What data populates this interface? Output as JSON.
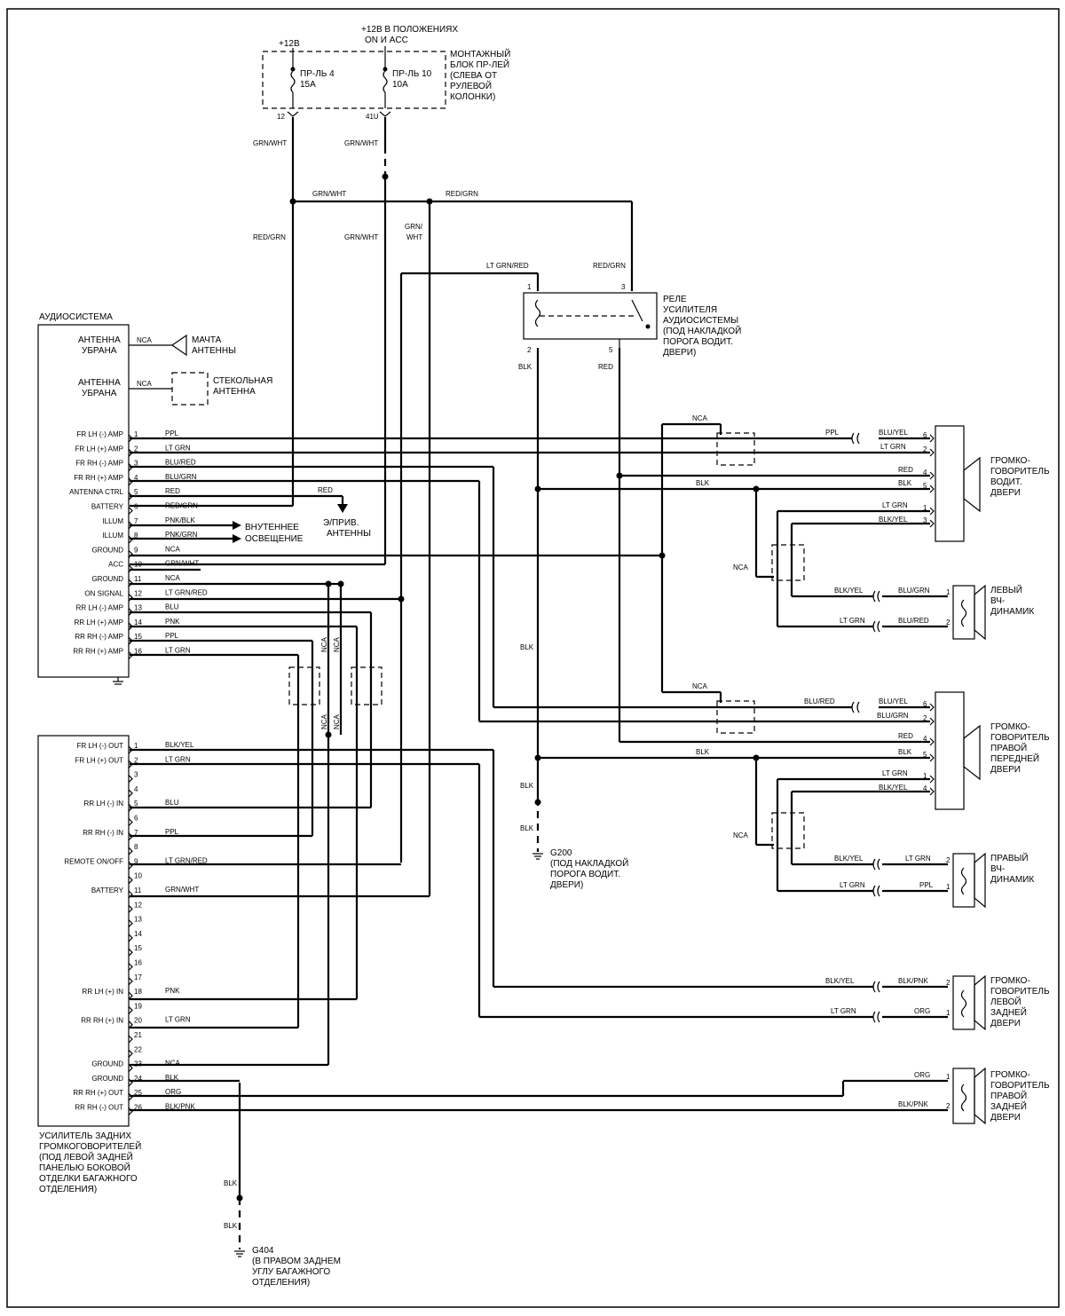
{
  "fuse_block": {
    "supply_12v": "+12В",
    "supply_on_acc_line1": "+12В В ПОЛОЖЕНИЯХ",
    "supply_on_acc_line2": "ON И ACC",
    "fuse4_name": "ПР-ЛЬ 4",
    "fuse4_rating": "15А",
    "fuse10_name": "ПР-ЛЬ 10",
    "fuse10_rating": "10А",
    "pin_12": "12",
    "pin_41u": "41U",
    "caption": [
      "МОНТАЖНЫЙ",
      "БЛОК ПР-ЛЕЙ",
      "(СЛЕВА ОТ",
      "РУЛЕВОЙ",
      "КОЛОНКИ)"
    ]
  },
  "relay": {
    "caption": [
      "РЕЛЕ",
      "УСИЛИТЕЛЯ",
      "АУДИОСИСТЕМЫ",
      "(ПОД НАКЛАДКОЙ",
      "ПОРОГА ВОДИТ.",
      "ДВЕРИ)"
    ],
    "pins": [
      "1",
      "3",
      "2",
      "5"
    ]
  },
  "audio_system": {
    "title": "АУДИОСИСТЕМА",
    "antenna_label_1": [
      "АНТЕННА",
      "УБРАНА"
    ],
    "antenna_label_2": [
      "АНТЕННА",
      "УБРАНА"
    ],
    "mast_antenna": [
      "МАЧТА",
      "АНТЕННЫ"
    ],
    "glass_antenna": [
      "СТЕКОЛЬНАЯ",
      "АНТЕННА"
    ],
    "nca": "NCA",
    "pins": [
      {
        "num": "1",
        "name": "FR LH (-) AMP",
        "wire": "PPL"
      },
      {
        "num": "2",
        "name": "FR LH (+) AMP",
        "wire": "LT GRN"
      },
      {
        "num": "3",
        "name": "FR RH (-) AMP",
        "wire": "BLU/RED"
      },
      {
        "num": "4",
        "name": "FR RH (+) AMP",
        "wire": "BLU/GRN"
      },
      {
        "num": "5",
        "name": "ANTENNA CTRL",
        "wire": "RED"
      },
      {
        "num": "6",
        "name": "BATTERY",
        "wire": "RED/GRN"
      },
      {
        "num": "7",
        "name": "ILLUM",
        "wire": "PNK/BLK"
      },
      {
        "num": "8",
        "name": "ILLUM",
        "wire": "PNK/GRN"
      },
      {
        "num": "9",
        "name": "GROUND",
        "wire": "NCA"
      },
      {
        "num": "10",
        "name": "ACC",
        "wire": "GRN/WHT"
      },
      {
        "num": "11",
        "name": "GROUND",
        "wire": "NCA"
      },
      {
        "num": "12",
        "name": "ON SIGNAL",
        "wire": "LT GRN/RED"
      },
      {
        "num": "13",
        "name": "RR LH (-) AMP",
        "wire": "BLU"
      },
      {
        "num": "14",
        "name": "RR LH (+) AMP",
        "wire": "PNK"
      },
      {
        "num": "15",
        "name": "RR RH (-) AMP",
        "wire": "PPL"
      },
      {
        "num": "16",
        "name": "RR RH (+) AMP",
        "wire": "LT GRN"
      }
    ],
    "illum_dest": [
      "ВНУТЕННЕЕ",
      "ОСВЕЩЕНИЕ"
    ],
    "antenna_dest": [
      "Э/ПРИВ.",
      "АНТЕННЫ"
    ],
    "red_label": "RED"
  },
  "rear_amp": {
    "caption": [
      "УСИЛИТЕЛЬ ЗАДНИХ",
      "ГРОМКОГОВОРИТЕЛЕЙ",
      "(ПОД ЛЕВОЙ ЗАДНЕЙ",
      "ПАНЕЛЬЮ БОКОВОЙ",
      "ОТДЕЛКИ БАГАЖНОГО",
      "ОТДЕЛЕНИЯ)"
    ],
    "pins": [
      {
        "num": "1",
        "name": "FR LH (-) OUT",
        "wire": "BLK/YEL"
      },
      {
        "num": "2",
        "name": "FR LH (+) OUT",
        "wire": "LT GRN"
      },
      {
        "num": "3",
        "name": "",
        "wire": ""
      },
      {
        "num": "4",
        "name": "",
        "wire": ""
      },
      {
        "num": "5",
        "name": "RR LH (-) IN",
        "wire": "BLU"
      },
      {
        "num": "6",
        "name": "",
        "wire": ""
      },
      {
        "num": "7",
        "name": "RR RH (-) IN",
        "wire": "PPL"
      },
      {
        "num": "8",
        "name": "",
        "wire": ""
      },
      {
        "num": "9",
        "name": "REMOTE ON/OFF",
        "wire": "LT GRN/RED"
      },
      {
        "num": "10",
        "name": "",
        "wire": ""
      },
      {
        "num": "11",
        "name": "BATTERY",
        "wire": "GRN/WHT"
      },
      {
        "num": "12",
        "name": "",
        "wire": ""
      },
      {
        "num": "13",
        "name": "",
        "wire": ""
      },
      {
        "num": "14",
        "name": "",
        "wire": ""
      },
      {
        "num": "15",
        "name": "",
        "wire": ""
      },
      {
        "num": "16",
        "name": "",
        "wire": ""
      },
      {
        "num": "17",
        "name": "",
        "wire": ""
      },
      {
        "num": "18",
        "name": "RR LH (+) IN",
        "wire": "PNK"
      },
      {
        "num": "19",
        "name": "",
        "wire": ""
      },
      {
        "num": "20",
        "name": "RR RH (+) IN",
        "wire": "LT GRN"
      },
      {
        "num": "21",
        "name": "",
        "wire": ""
      },
      {
        "num": "22",
        "name": "",
        "wire": ""
      },
      {
        "num": "23",
        "name": "GROUND",
        "wire": "NCA"
      },
      {
        "num": "24",
        "name": "GROUND",
        "wire": "BLK"
      },
      {
        "num": "25",
        "name": "RR RH (+) OUT",
        "wire": "ORG"
      },
      {
        "num": "26",
        "name": "RR RH (-) OUT",
        "wire": "BLK/PNK"
      }
    ]
  },
  "wire_labels": {
    "grn_wht": "GRN/WHT",
    "red_grn": "RED/GRN",
    "grn_wht_split1": "GRN/",
    "grn_wht_split2": "WHT",
    "lt_grn_red": "LT GRN/RED",
    "blk": "BLK",
    "red": "RED",
    "nca": "NCA",
    "ppl": "PPL",
    "lt_grn": "LT GRN",
    "blk_yel": "BLK/YEL",
    "blu_yel": "BLU/YEL",
    "blu_grn": "BLU/GRN",
    "blu_red": "BLU/RED",
    "blk_pnk": "BLK/PNK",
    "org": "ORG"
  },
  "grounds": {
    "g200_name": "G200",
    "g200_caption": [
      "(ПОД НАКЛАДКОЙ",
      "ПОРОГА ВОДИТ.",
      "ДВЕРИ)"
    ],
    "g404_name": "G404",
    "g404_caption": [
      "(В ПРАВОМ ЗАДНЕМ",
      "УГЛУ БАГАЖНОГО",
      "ОТДЕЛЕНИЯ)"
    ]
  },
  "speakers": {
    "driver_door": [
      "ГРОМКО-",
      "ГОВОРИТЕЛЬ",
      "ВОДИТ.",
      "ДВЕРИ"
    ],
    "left_tweeter": [
      "ЛЕВЫЙ",
      "ВЧ-",
      "ДИНАМИК"
    ],
    "right_front_door": [
      "ГРОМКО-",
      "ГОВОРИТЕЛЬ",
      "ПРАВОЙ",
      "ПЕРЕДНЕЙ",
      "ДВЕРИ"
    ],
    "right_tweeter": [
      "ПРАВЫЙ",
      "ВЧ-",
      "ДИНАМИК"
    ],
    "left_rear_door": [
      "ГРОМКО-",
      "ГОВОРИТЕЛЬ",
      "ЛЕВОЙ",
      "ЗАДНЕЙ",
      "ДВЕРИ"
    ],
    "right_rear_door": [
      "ГРОМКО-",
      "ГОВОРИТЕЛЬ",
      "ПРАВОЙ",
      "ЗАДНЕЙ",
      "ДВЕРИ"
    ]
  }
}
